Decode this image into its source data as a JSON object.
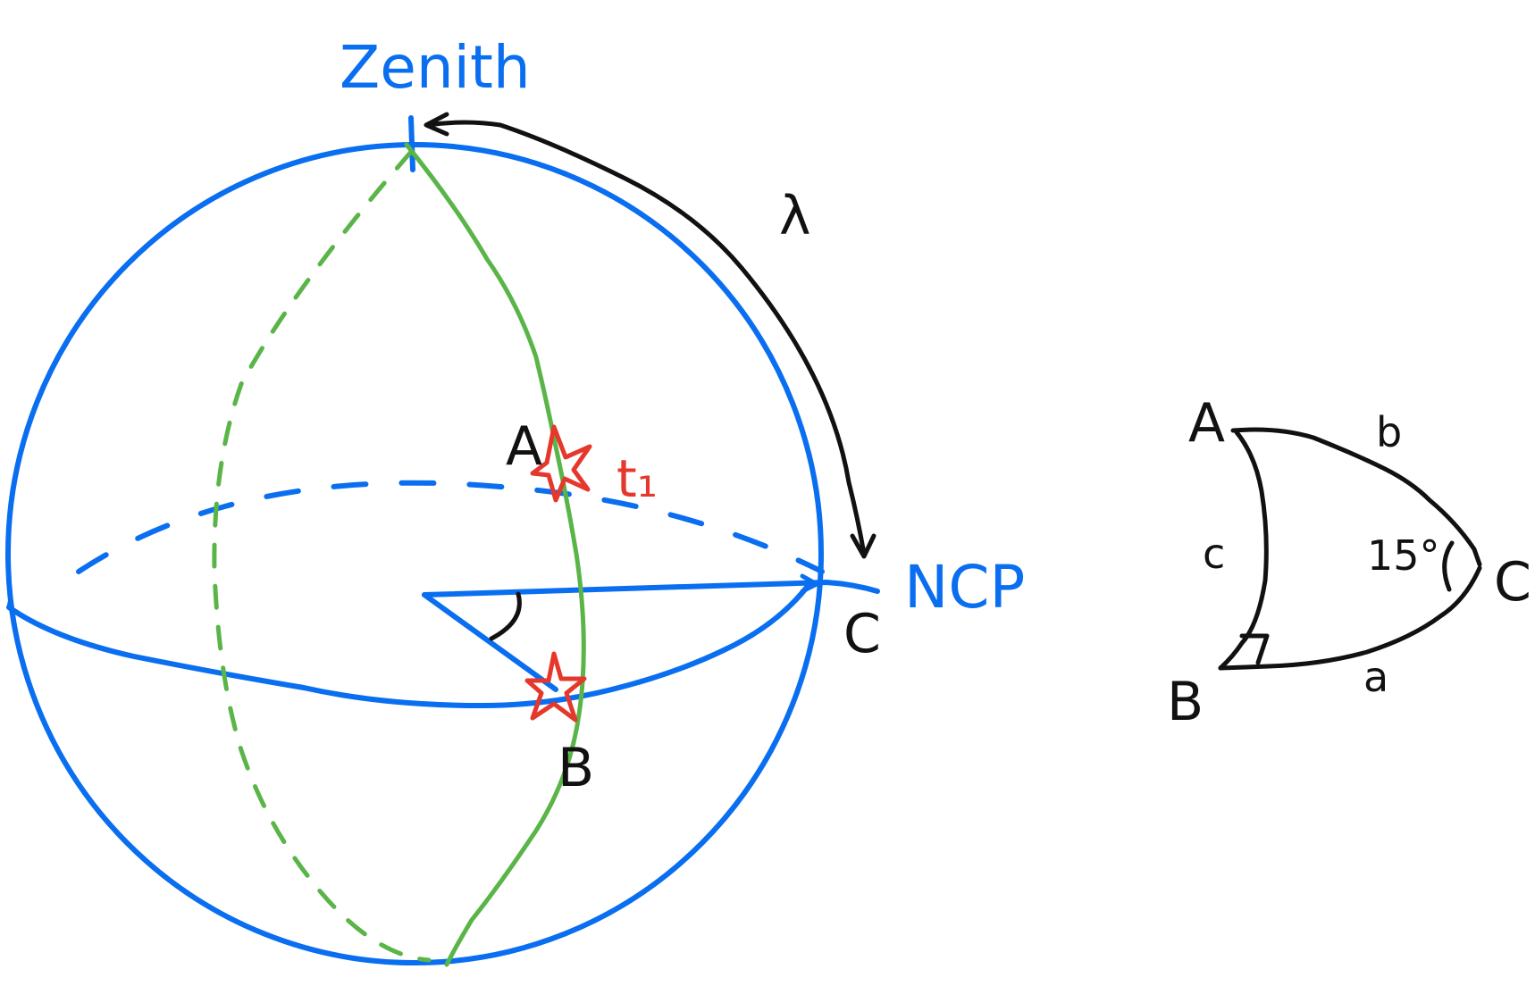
{
  "labels": {
    "zenith": "Zenith",
    "lambda": "λ",
    "point_a": "A",
    "time_t1": "t₁",
    "ncp": "NCP",
    "point_c": "C",
    "point_b": "B"
  },
  "triangle": {
    "vertex_a": "A",
    "vertex_b": "B",
    "vertex_c": "C",
    "side_a": "a",
    "side_b": "b",
    "side_c": "c",
    "angle_c": "15°"
  },
  "colors": {
    "sphere": "#0a6ef0",
    "meridian": "#5ab548",
    "star": "#e5372b",
    "ink": "#111111"
  }
}
